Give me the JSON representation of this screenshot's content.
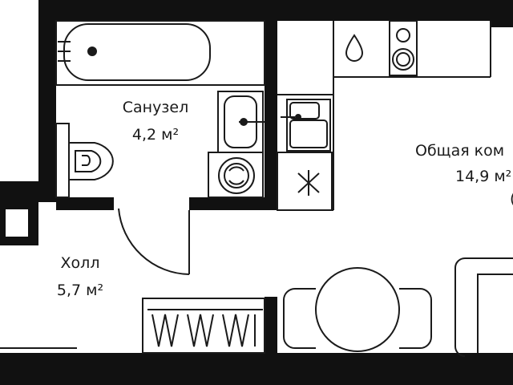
{
  "rooms": {
    "bathroom": {
      "name": "Санузел",
      "area": "4,2 м²"
    },
    "living": {
      "name": "Общая ком",
      "area": "14,9 м²"
    },
    "hall": {
      "name": "Холл",
      "area": "5,7 м²"
    }
  },
  "fixtures": {
    "bathroom": [
      "bathtub-icon",
      "sink-icon",
      "toilet-icon",
      "washing-machine-icon",
      "water-heater-icon"
    ],
    "kitchen": [
      "kitchen-sink-icon",
      "stove-icon",
      "water-drop-icon",
      "fridge-icon"
    ],
    "living": [
      "dining-table-icon",
      "chair-icon",
      "sofa-icon"
    ],
    "hall": [
      "wardrobe-icon"
    ]
  },
  "colors": {
    "wall": "#111111",
    "line": "#1a1a1a",
    "background": "#ffffff"
  }
}
